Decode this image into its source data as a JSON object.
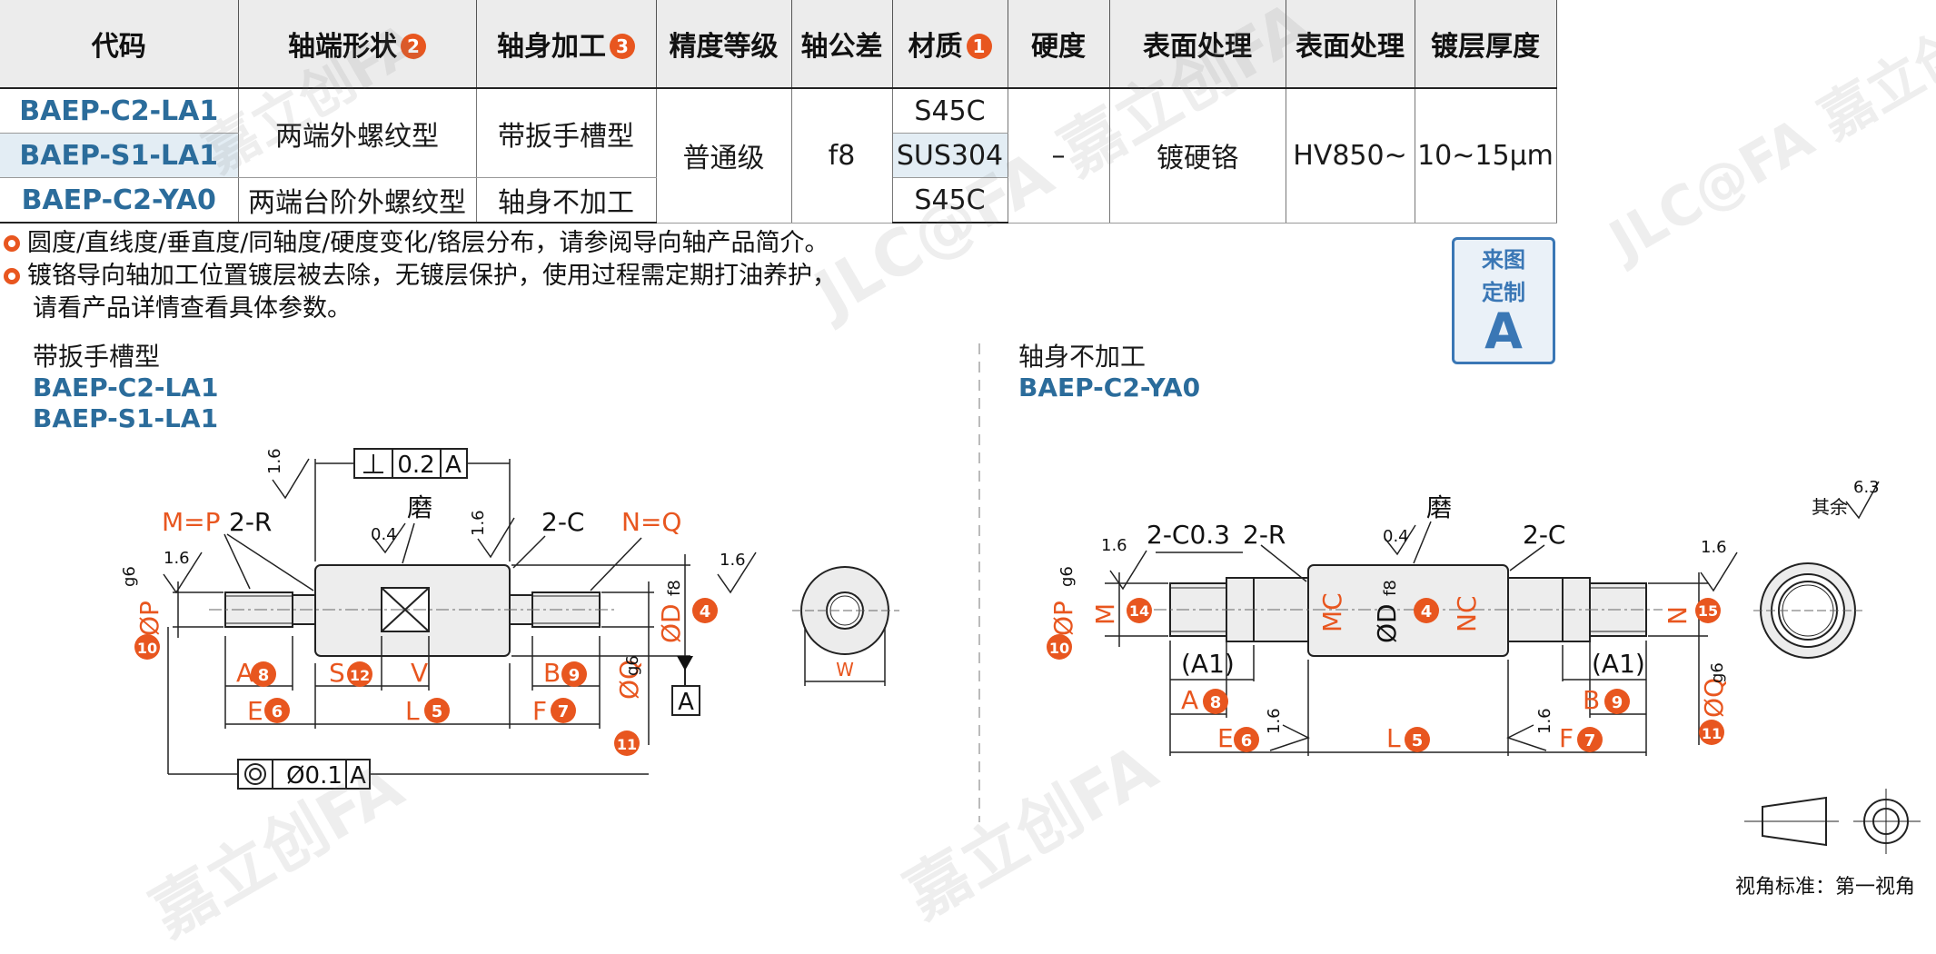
{
  "table": {
    "headers": [
      "代码",
      "轴端形状",
      "轴身加工",
      "精度等级",
      "轴公差",
      "材质",
      "硬度",
      "表面处理",
      "表面处理",
      "镀层厚度"
    ],
    "header_badges": {
      "shaft_end": "2",
      "body": "3",
      "material": "1"
    },
    "codes": [
      "BAEP-C2-LA1",
      "BAEP-S1-LA1",
      "BAEP-C2-YA0"
    ],
    "shaft_end": [
      "两端外螺纹型",
      "两端台阶外螺纹型"
    ],
    "body": [
      "带扳手槽型",
      "轴身不加工"
    ],
    "precision": "普通级",
    "tolerance": "f8",
    "materials": [
      "S45C",
      "SUS304",
      "S45C"
    ],
    "hardness": "–",
    "surface1": "镀硬铬",
    "surface2": "HV850~",
    "thickness": "10~15μm"
  },
  "notes": [
    "圆度/直线度/垂直度/同轴度/硬度变化/铬层分布，请参阅导向轴产品简介。",
    "镀铬导向轴加工位置镀层被去除，无镀层保护，使用过程需定期打油养护，",
    "请看产品详情查看具体参数。"
  ],
  "custom_badge": {
    "line1": "来图",
    "line2": "定制",
    "letter": "A"
  },
  "left_section": {
    "title": "带扳手槽型",
    "codes": [
      "BAEP-C2-LA1",
      "BAEP-S1-LA1"
    ]
  },
  "right_section": {
    "title": "轴身不加工",
    "code": "BAEP-C2-YA0"
  },
  "left_drawing": {
    "mp": "M=P",
    "c2r": "2-R",
    "c2c": "2-C",
    "nq": "N=Q",
    "grind": "磨",
    "rough06": "1.6",
    "rough04": "0.4",
    "perp": "0.2",
    "datum": "A",
    "conc": "0.1",
    "d": "D",
    "d_tol": "f8",
    "p": "P",
    "p_tol": "g6",
    "q": "Q",
    "q_tol": "g6",
    "A": "A",
    "B": "B",
    "S": "S",
    "V": "V",
    "E": "E",
    "L": "L",
    "F": "F",
    "W": "W",
    "n4": "4",
    "n5": "5",
    "n6": "6",
    "n7": "7",
    "n8": "8",
    "n9": "9",
    "n10": "10",
    "n11": "11",
    "n12": "12"
  },
  "right_drawing": {
    "c03": "2-C0.3",
    "c2r": "2-R",
    "c2c": "2-C",
    "grind": "磨",
    "rough16": "1.6",
    "rough04": "0.4",
    "m": "M",
    "mc": "MC",
    "d": "D",
    "d_tol": "f8",
    "nc": "NC",
    "n": "N",
    "p": "P",
    "p_tol": "g6",
    "q": "Q",
    "q_tol": "g6",
    "a1": "(A1)",
    "A": "A",
    "B": "B",
    "E": "E",
    "L": "L",
    "F": "F",
    "n4": "4",
    "n5": "5",
    "n6": "6",
    "n7": "7",
    "n8": "8",
    "n9": "9",
    "n10": "10",
    "n11": "11",
    "n14": "14",
    "n15": "15",
    "rest": "其余",
    "rest_val": "6.3"
  },
  "footer": "视角标准：第一视角",
  "colors": {
    "accent": "#e8561f",
    "blue": "#2b6c9b",
    "badge": "#3a77b5"
  }
}
